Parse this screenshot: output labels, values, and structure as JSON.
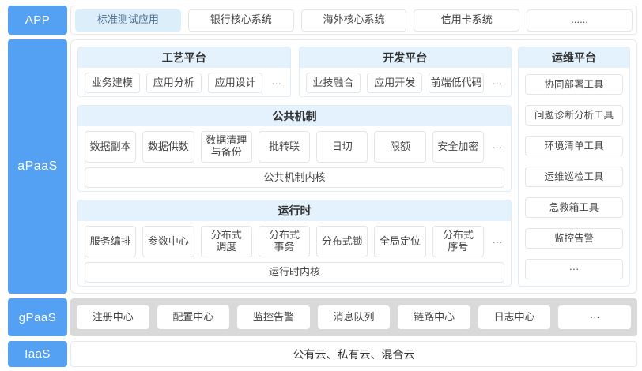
{
  "palette": {
    "accent_blue": "#54a0f2",
    "header_blue": "#e3f2fd",
    "highlight_blue": "#ddeefb",
    "gray_row": "#d9d9d9"
  },
  "layers": {
    "app": {
      "label": "APP",
      "items": [
        "标准测试应用",
        "银行核心系统",
        "海外核心系统",
        "信用卡系统",
        "......"
      ]
    },
    "apaas": {
      "label": "aPaaS",
      "panels": {
        "process": {
          "title": "工艺平台",
          "items": [
            "业务建模",
            "应用分析",
            "应用设计"
          ],
          "more": "···"
        },
        "develop": {
          "title": "开发平台",
          "items": [
            "业技融合",
            "应用开发",
            "前端低代码"
          ],
          "more": "···"
        },
        "common": {
          "title": "公共机制",
          "items": [
            "数据副本",
            "数据供数",
            "数据清理\n与备份",
            "批转联",
            "日切",
            "限额",
            "安全加密"
          ],
          "more": "···",
          "kernel": "公共机制内核"
        },
        "runtime": {
          "title": "运行时",
          "items": [
            "服务编排",
            "参数中心",
            "分布式\n调度",
            "分布式\n事务",
            "分布式锁",
            "全局定位",
            "分布式\n序号"
          ],
          "more": "···",
          "kernel": "运行时内核"
        },
        "ops": {
          "title": "运维平台",
          "items": [
            "协同部署工具",
            "问题诊断分析工具",
            "环境清单工具",
            "运维巡检工具",
            "急救箱工具",
            "监控告警",
            "···"
          ]
        }
      }
    },
    "gpaas": {
      "label": "gPaaS",
      "items": [
        "注册中心",
        "配置中心",
        "监控告警",
        "消息队列",
        "链路中心",
        "日志中心",
        "···"
      ]
    },
    "iaas": {
      "label": "IaaS",
      "text": "公有云、私有云、混合云"
    }
  }
}
